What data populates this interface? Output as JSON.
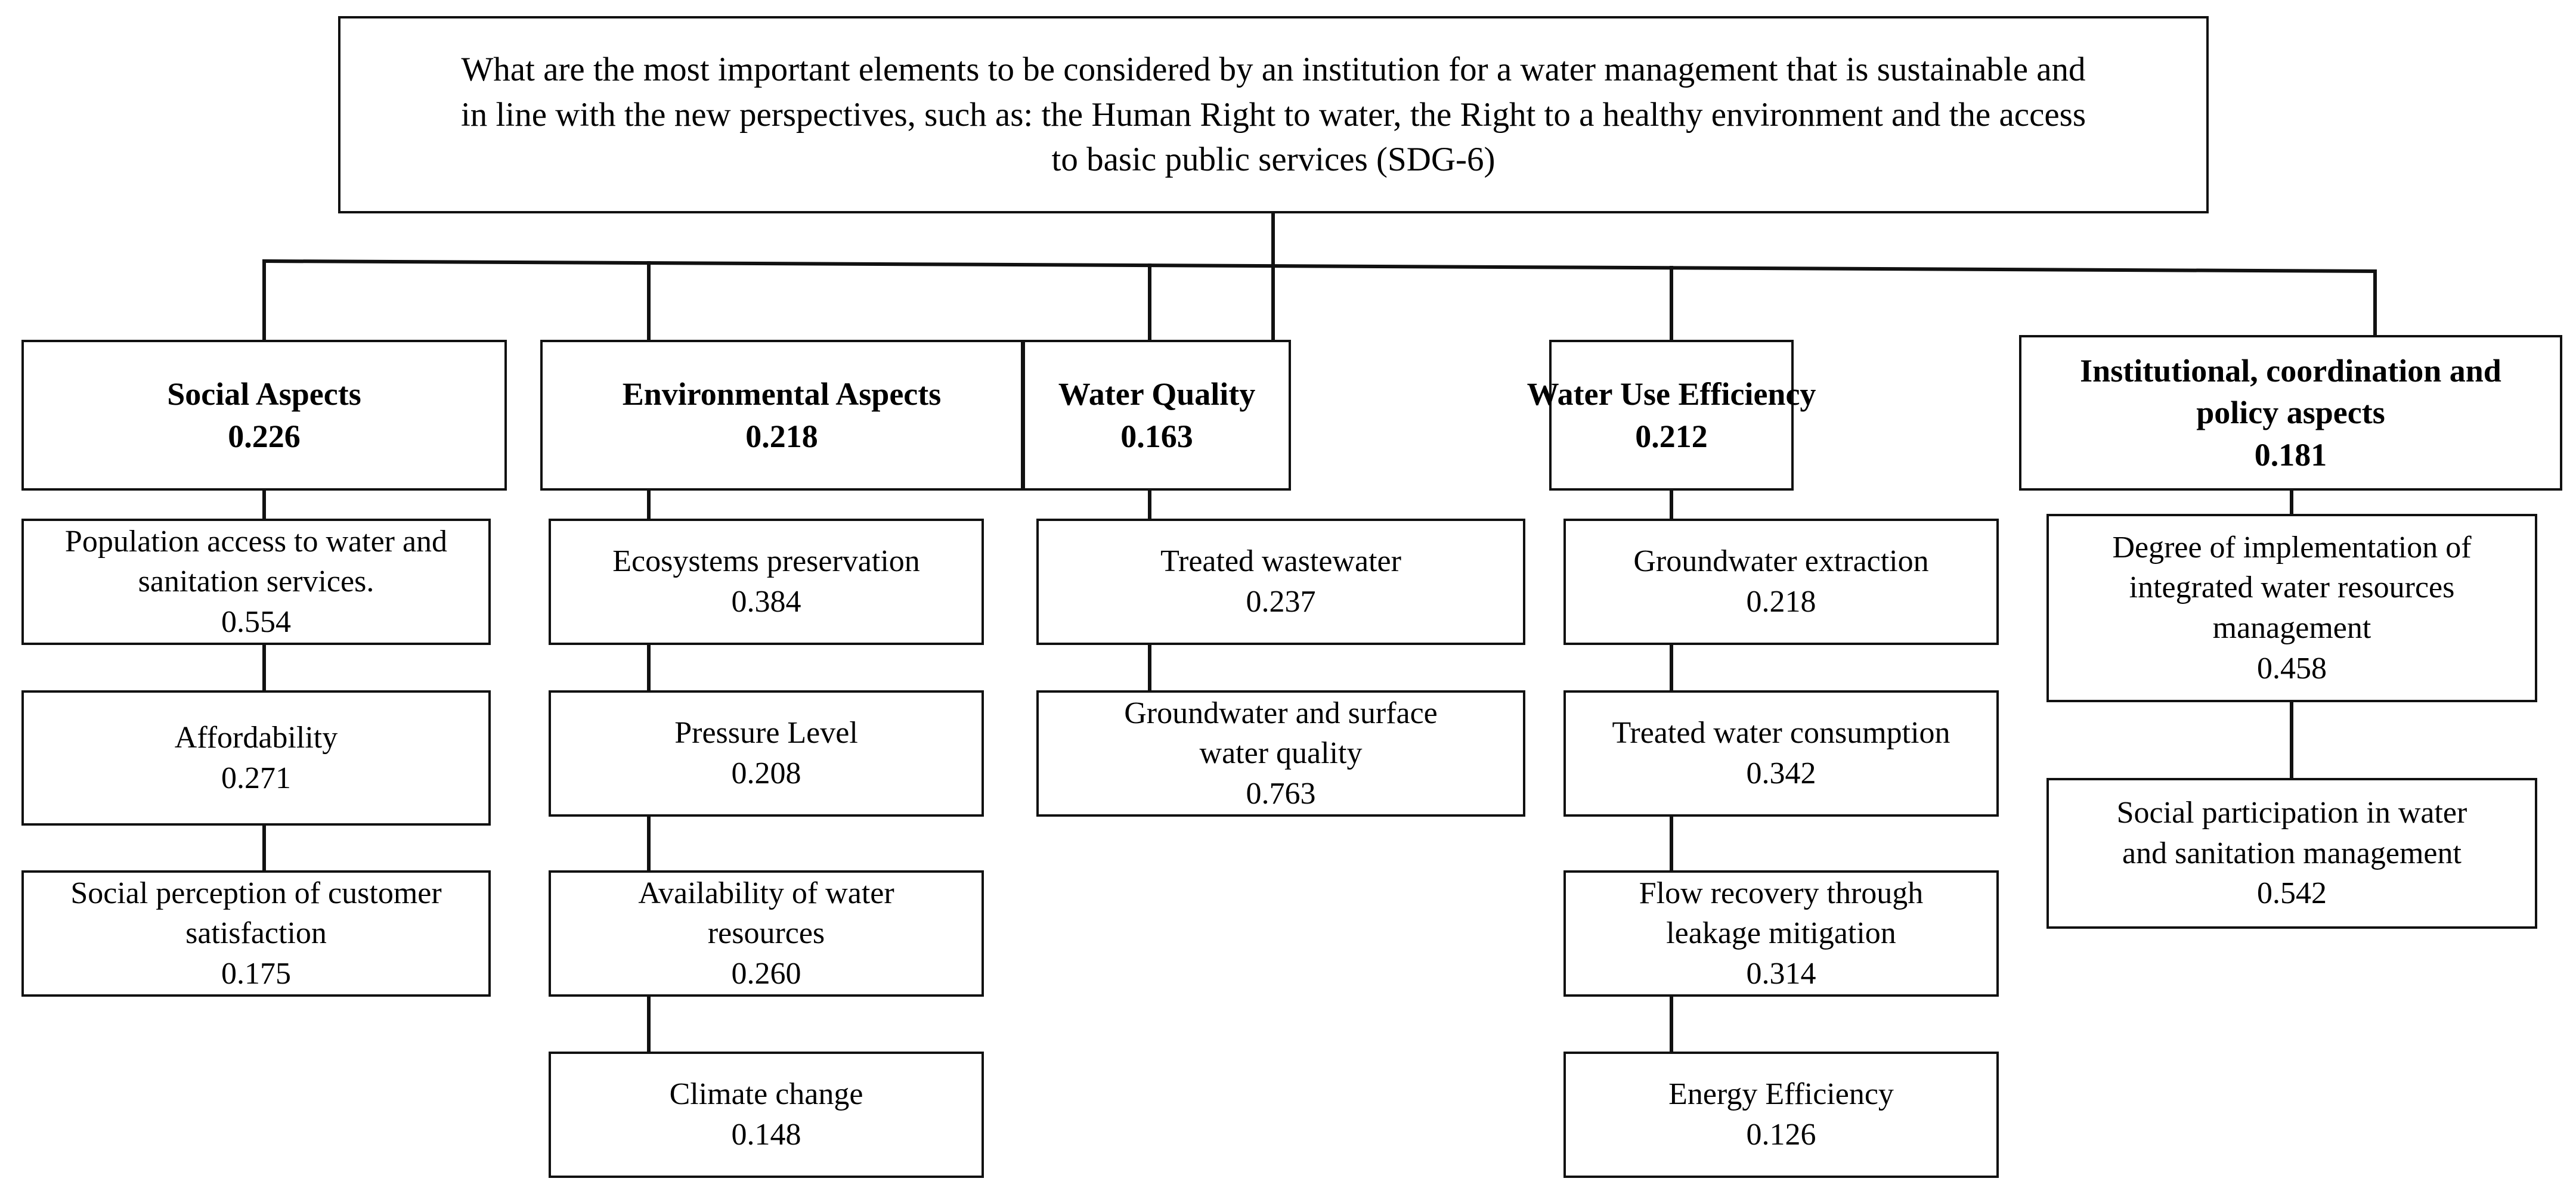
{
  "diagram": {
    "title_box": {
      "lines": [
        "What are the most important elements to be considered by an institution for a water management that is sustainable and",
        "in line with the new perspectives, such as: the Human Right to water, the Right to a healthy environment and the access",
        "to basic public services (SDG-6)"
      ]
    },
    "columns": [
      {
        "criterion": {
          "lines": [
            "Social Aspects"
          ],
          "value": "0.226"
        },
        "indicators": [
          {
            "lines": [
              "Population access to water and",
              "sanitation services."
            ],
            "value": "0.554"
          },
          {
            "lines": [
              "Affordability"
            ],
            "value": "0.271"
          },
          {
            "lines": [
              "Social perception of customer",
              "satisfaction"
            ],
            "value": "0.175"
          }
        ]
      },
      {
        "criterion": {
          "lines": [
            "Environmental Aspects"
          ],
          "value": "0.218"
        },
        "indicators": [
          {
            "lines": [
              "Ecosystems preservation"
            ],
            "value": "0.384"
          },
          {
            "lines": [
              "Pressure Level"
            ],
            "value": "0.208"
          },
          {
            "lines": [
              "Availability  of water",
              "resources"
            ],
            "value": "0.260"
          },
          {
            "lines": [
              "Climate change"
            ],
            "value": "0.148"
          }
        ]
      },
      {
        "criterion": {
          "lines": [
            "Water Quality"
          ],
          "value": "0.163"
        },
        "indicators": [
          {
            "lines": [
              "Treated wastewater"
            ],
            "value": "0.237"
          },
          {
            "lines": [
              "Groundwater and surface",
              "water quality"
            ],
            "value": "0.763"
          }
        ]
      },
      {
        "criterion": {
          "lines": [
            "Water Use Efficiency"
          ],
          "value": "0.212"
        },
        "indicators": [
          {
            "lines": [
              "Groundwater extraction"
            ],
            "value": "0.218"
          },
          {
            "lines": [
              "Treated water consumption"
            ],
            "value": "0.342"
          },
          {
            "lines": [
              "Flow recovery through",
              "leakage mitigation"
            ],
            "value": "0.314"
          },
          {
            "lines": [
              "Energy Efficiency"
            ],
            "value": "0.126"
          }
        ]
      },
      {
        "criterion": {
          "lines": [
            "Institutional, coordination and",
            "policy aspects"
          ],
          "value": "0.181"
        },
        "indicators": [
          {
            "lines": [
              "Degree of implementation of",
              "integrated water resources",
              "management"
            ],
            "value": "0.458"
          },
          {
            "lines": [
              "Social participation in water",
              "and sanitation management"
            ],
            "value": "0.542"
          }
        ]
      }
    ],
    "colors": {
      "stroke": "#111111",
      "background": "#ffffff",
      "text": "#000000"
    }
  }
}
